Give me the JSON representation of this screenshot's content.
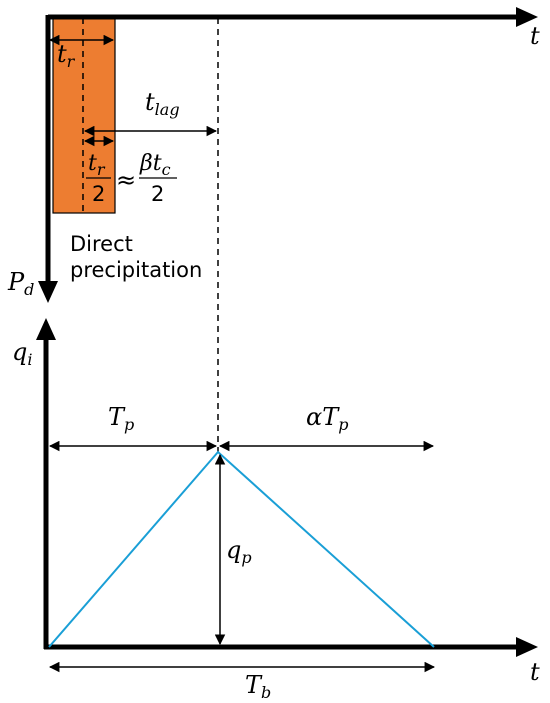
{
  "labels": {
    "t_top": "t",
    "t_bottom": "t",
    "pd_main": "P",
    "pd_sub": "d",
    "qi_main": "q",
    "qi_sub": "i",
    "tr_main": "t",
    "tr_sub": "r",
    "tlag_main": "t",
    "tlag_sub": "lag",
    "frac_tr_main": "t",
    "frac_tr_sub": "r",
    "frac_denom_left": "2",
    "approx": "≈",
    "frac_beta_tc": "βt",
    "frac_beta_sub": "c",
    "frac_denom_right": "2",
    "direct_line1": "Direct",
    "direct_line2": "precipitation",
    "tp_main": "T",
    "tp_sub": "p",
    "alpha_tp_main": "αT",
    "alpha_tp_sub": "p",
    "qp_main": "q",
    "qp_sub": "p",
    "tb_main": "T",
    "tb_sub": "b"
  },
  "colors": {
    "rainfall_fill": "#ED7D31",
    "hydrograph_line": "#1A9FD6",
    "ink": "#000000"
  }
}
